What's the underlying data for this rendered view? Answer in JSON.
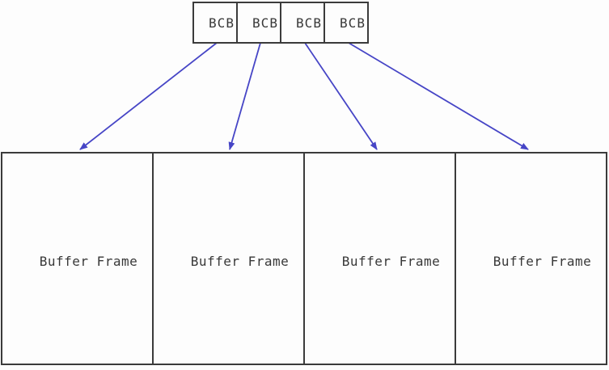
{
  "diagram": {
    "bcb_boxes": [
      {
        "label": "BCB"
      },
      {
        "label": "BCB"
      },
      {
        "label": "BCB"
      },
      {
        "label": "BCB"
      }
    ],
    "buffer_frames": [
      {
        "label": "Buffer Frame"
      },
      {
        "label": "Buffer Frame"
      },
      {
        "label": "Buffer Frame"
      },
      {
        "label": "Buffer Frame"
      }
    ],
    "connections": [
      {
        "from": "bcb-1",
        "to": "buffer-frame-1"
      },
      {
        "from": "bcb-2",
        "to": "buffer-frame-2"
      },
      {
        "from": "bcb-3",
        "to": "buffer-frame-3"
      },
      {
        "from": "bcb-4",
        "to": "buffer-frame-4"
      }
    ],
    "colors": {
      "arrow": "#4645c6",
      "box_border": "#3b3b3b",
      "text": "#383838",
      "background": "#fdfdfd"
    }
  }
}
